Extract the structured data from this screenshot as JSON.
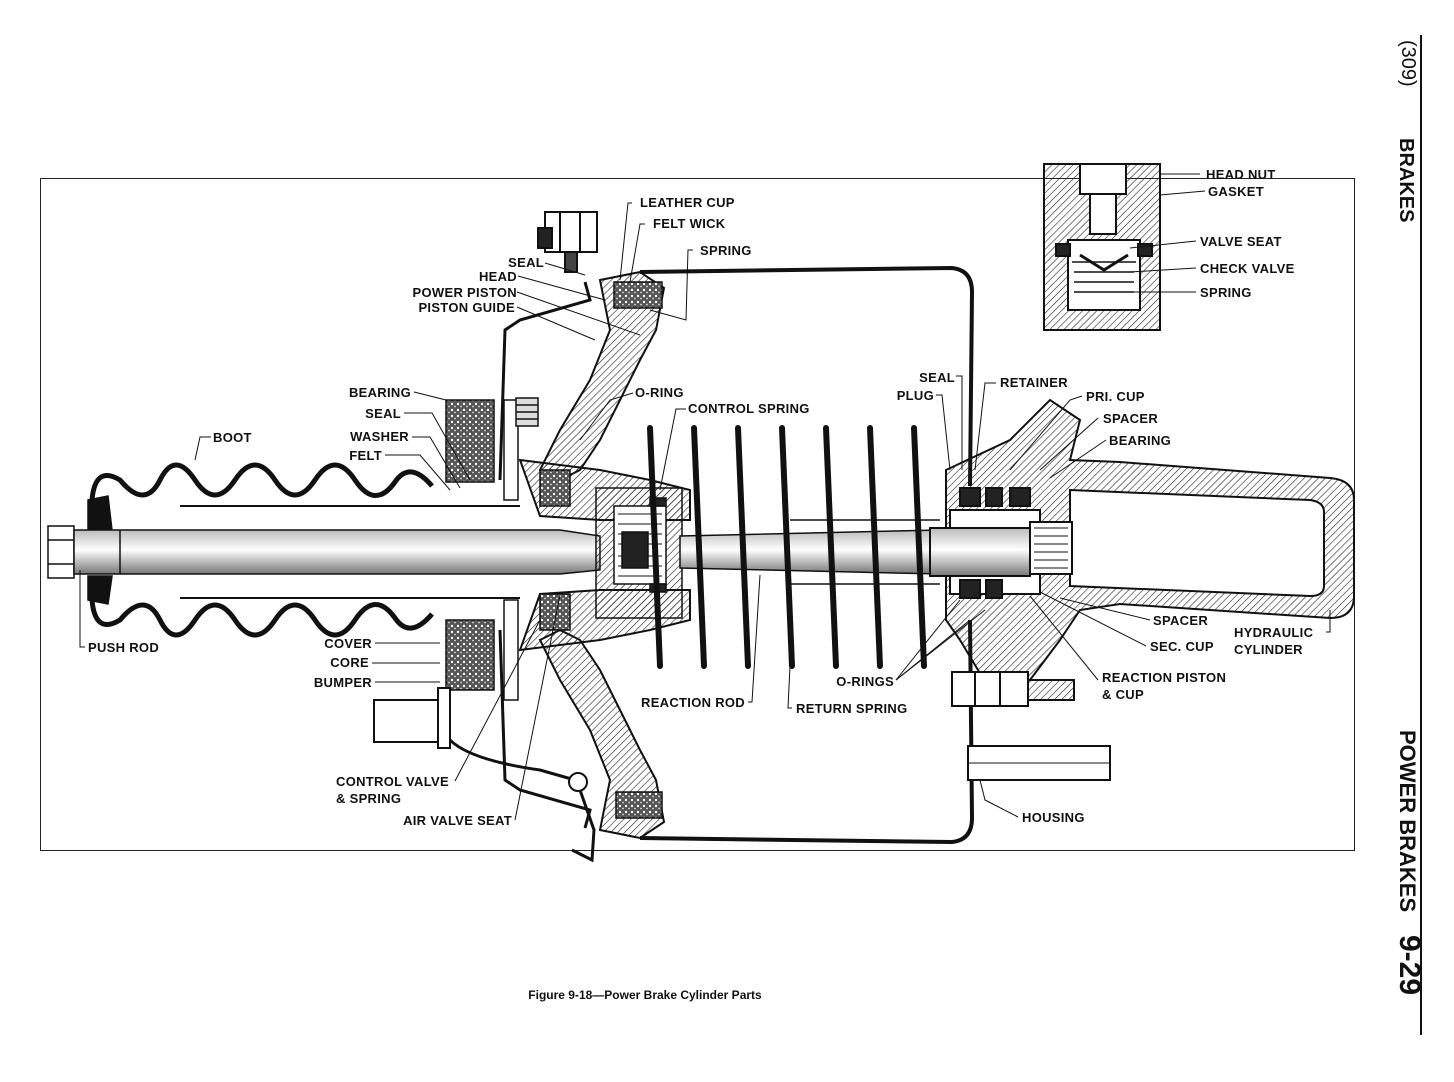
{
  "page_number": "(309)",
  "section_title": "BRAKES",
  "chapter_title": "POWER BRAKES",
  "page_code": "9-29",
  "figure_caption": "Figure 9-18—Power Brake Cylinder Parts",
  "labels": {
    "leather_cup": "LEATHER CUP",
    "felt_wick": "FELT WICK",
    "spring_top": "SPRING",
    "seal_top": "SEAL",
    "head": "HEAD",
    "power_piston": "POWER PISTON",
    "piston_guide": "PISTON GUIDE",
    "bearing_left": "BEARING",
    "seal_left": "SEAL",
    "washer": "WASHER",
    "felt": "FELT",
    "boot": "BOOT",
    "o_ring": "O-RING",
    "control_spring": "CONTROL SPRING",
    "seal_right": "SEAL",
    "plug": "PLUG",
    "retainer": "RETAINER",
    "pri_cup": "PRI. CUP",
    "spacer_top": "SPACER",
    "bearing_right": "BEARING",
    "head_nut": "HEAD NUT",
    "gasket": "GASKET",
    "valve_seat": "VALVE SEAT",
    "check_valve": "CHECK VALVE",
    "spring_inset": "SPRING",
    "push_rod": "PUSH ROD",
    "cover": "COVER",
    "core": "CORE",
    "bumper": "BUMPER",
    "reaction_rod": "REACTION ROD",
    "return_spring": "RETURN SPRING",
    "o_rings": "O-RINGS",
    "spacer_bottom": "SPACER",
    "sec_cup": "SEC. CUP",
    "hydraulic": "HYDRAULIC",
    "cylinder": "CYLINDER",
    "reaction_piston": "REACTION PISTON",
    "and_cup": "& CUP",
    "control_valve": "CONTROL VALVE",
    "and_spring": "& SPRING",
    "air_valve_seat": "AIR VALVE SEAT",
    "housing": "HOUSING"
  }
}
